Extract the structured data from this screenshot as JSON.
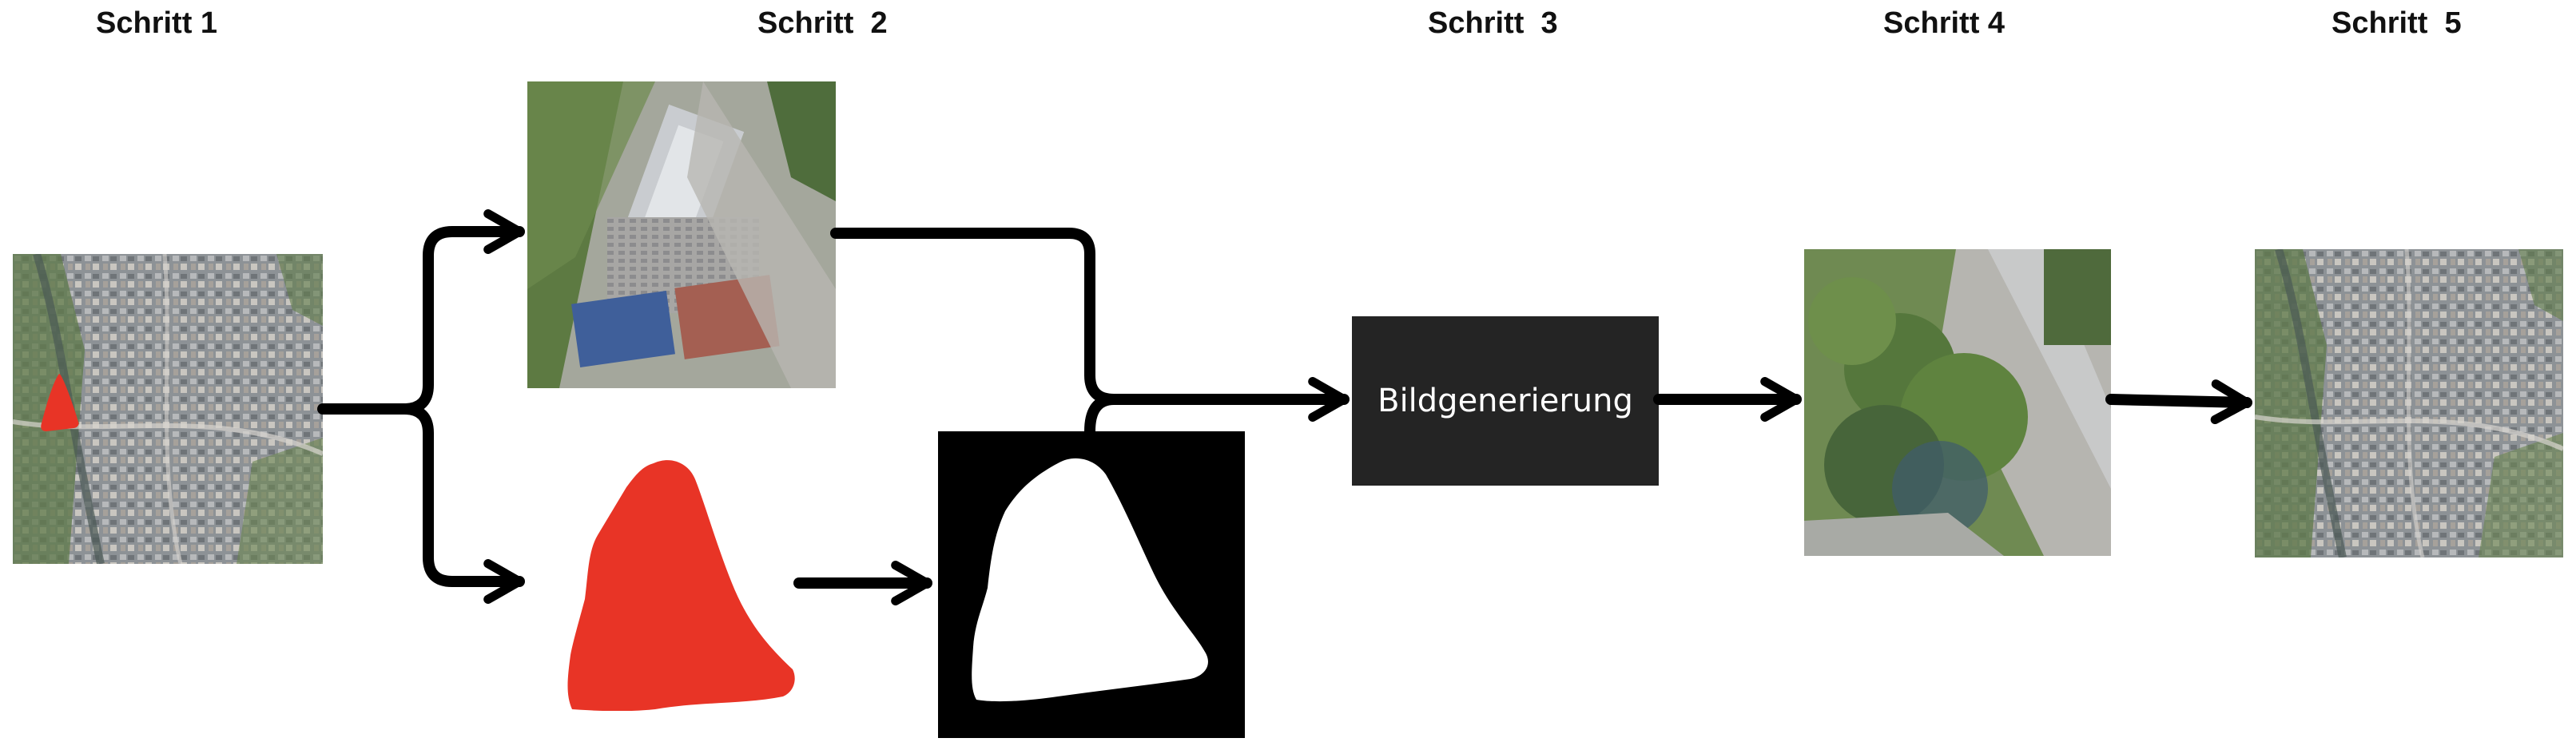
{
  "steps": {
    "step1": "Schritt 1",
    "step2": "Schritt  2",
    "step3": "Schritt  3",
    "step4": "Schritt 4",
    "step5": "Schritt  5"
  },
  "process_box": {
    "label": "Bildgenerierung"
  },
  "colors": {
    "arrow": "#000000",
    "mask_region": "#e83426",
    "mask_background": "#000000",
    "mask_foreground": "#ffffff",
    "process_box": "#242424"
  },
  "images": {
    "step1_input": "aerial-city-map-with-red-mask",
    "step2_crop": "aerial-crop-parking-lot",
    "step2_mask": "red-drawn-mask-shape",
    "step2_binary_mask": "binary-mask-black-white",
    "step4_generated": "generated-aerial-crop-trees",
    "step5_output": "aerial-city-map-result"
  }
}
